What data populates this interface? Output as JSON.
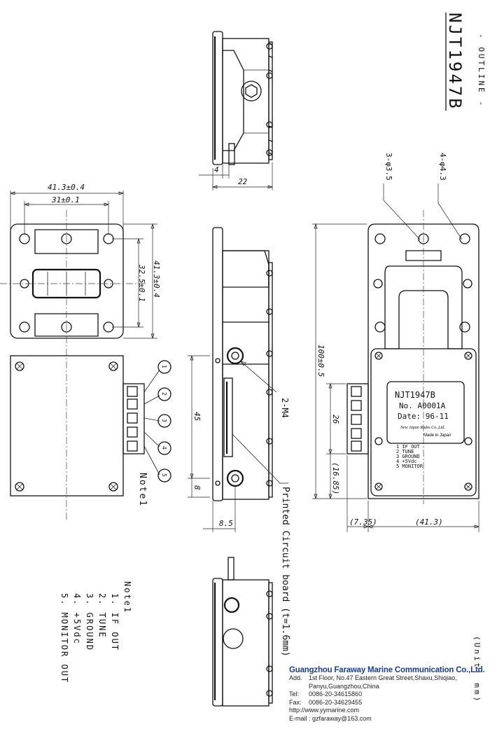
{
  "header": {
    "outline_label": "- OUTLINE -",
    "model_title": "NJT1947B",
    "unit_note": "(Unit: mm)"
  },
  "dimensions": {
    "width_total": "41.3±0.4",
    "hole_pitch_x": "31±0.1",
    "hole_pitch_y": "32.5±0.1",
    "height_total": "41.3±0.4",
    "pin_len": "4",
    "depth": "22",
    "holes_small": "3-φ3.5",
    "holes_large": "4-φ4.3",
    "length_total": "100±0.5",
    "connector_span": "45",
    "connector_offset": "8",
    "side_offset": "8.5",
    "screw_label": "2-M4",
    "pcb_label": "Printed Circuit board (t=1.6mm)",
    "pin_pitch_block": "26",
    "pin_bottom": "(16.85)",
    "left_offset": "(7.35)",
    "width_ref": "(41.3)"
  },
  "nameplate": {
    "model": "NJT1947B",
    "number": "No. A0001A",
    "date": "Date: 96-11",
    "maker": "New Japan Radio Co.,Ltd.",
    "origin": "Made in Japan",
    "pins": [
      "1 IF OUT",
      "2 TUNE",
      "3 GROUND",
      "4 +5Vdc",
      "5 MONITOR"
    ]
  },
  "pin_markers": [
    "1",
    "2",
    "3",
    "4",
    "5"
  ],
  "note_tag": "Note1",
  "note_list": {
    "title": "Note1",
    "items": [
      "1. IF OUT",
      "2. TUNE",
      "3. GROUND",
      "4. +5Vdc",
      "5. MONITOR OUT"
    ]
  },
  "company": {
    "name": "Guangzhou Faraway Marine Communication Co.,Ltd.",
    "address_label": "Add.",
    "address_line1": "1st Floor, No.47 Eastern Great Street,Shaxu,Shiqiao,",
    "address_line2": "Panyu,Guangzhou,China",
    "tel_label": "Tel:",
    "tel": "0086-20-34615860",
    "fax_label": "Fax:",
    "fax": "0086-20-34629455",
    "website": "http://www.yymarine.com",
    "email_label": "E-mail :",
    "email": "gzfaraway@163.com"
  }
}
